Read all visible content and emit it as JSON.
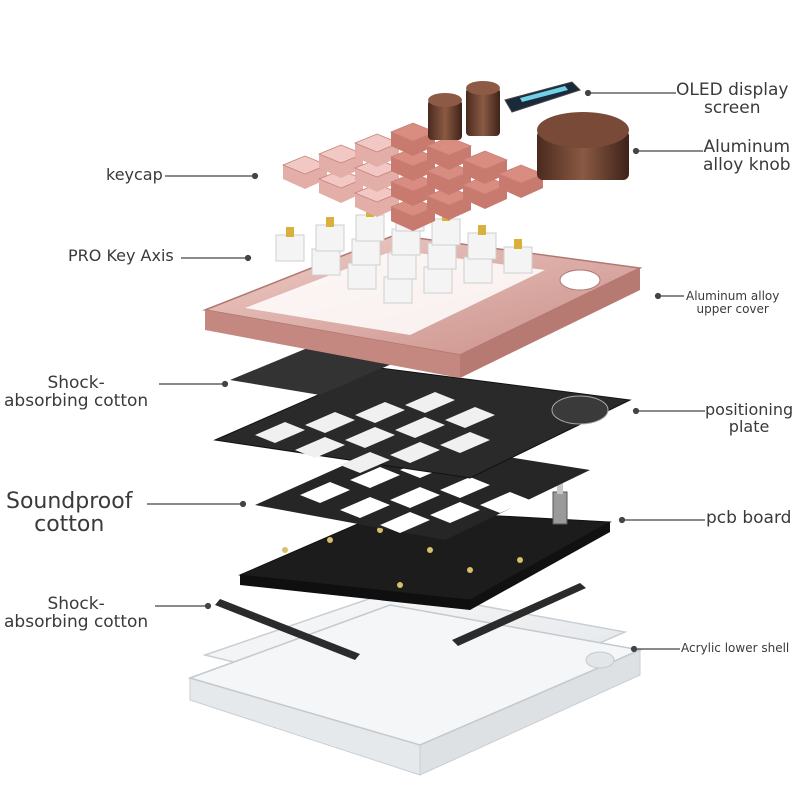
{
  "labels": {
    "oled": {
      "line1": "OLED display",
      "line2": "screen"
    },
    "knob": {
      "line1": "Aluminum",
      "line2": "alloy knob"
    },
    "keycap": "keycap",
    "switch": "PRO Key Axis",
    "upper_cover": {
      "line1": "Aluminum alloy",
      "line2": "upper cover"
    },
    "shock_top": {
      "line1": "Shock-",
      "line2": "absorbing cotton"
    },
    "positioning": {
      "line1": "positioning",
      "line2": "plate"
    },
    "soundproof": {
      "line1": "Soundproof",
      "line2": "cotton"
    },
    "pcb": "pcb board",
    "shock_bottom": {
      "line1": "Shock-",
      "line2": "absorbing cotton"
    },
    "lower_shell": "Acrylic lower shell"
  },
  "colors": {
    "keycap_light": "#f2c8c4",
    "keycap_dark": "#d98c80",
    "cover": "#e3b3ad",
    "knob": "#6b3f2e",
    "switch_stem": "#d9b13a",
    "plate": "#2a2a2a",
    "acrylic": "#eef0f2"
  }
}
